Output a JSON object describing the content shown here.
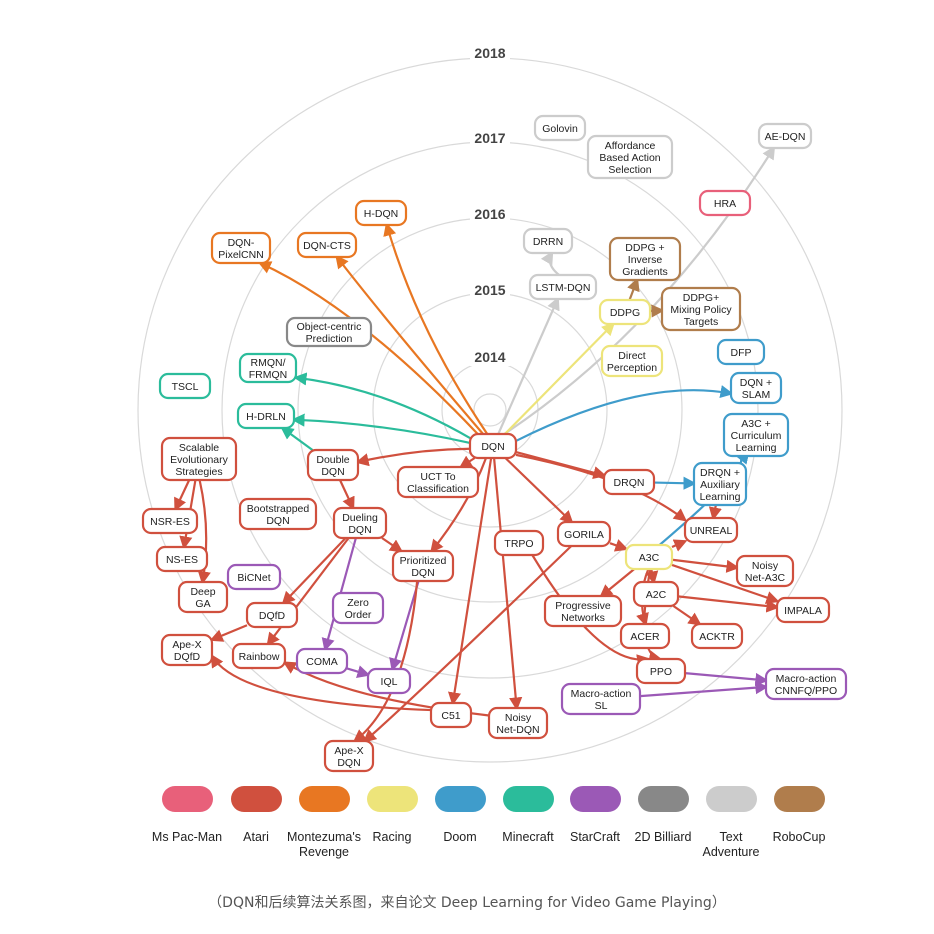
{
  "years": [
    "2014",
    "2015",
    "2016",
    "2017",
    "2018"
  ],
  "colors": {
    "mspacman": "#e8607a",
    "atari": "#d0503e",
    "montezuma": "#e87722",
    "racing": "#ede47a",
    "doom": "#3f9ccb",
    "minecraft": "#2bbc9b",
    "starcraft": "#9b59b6",
    "billiard": "#888888",
    "text": "#cccccc",
    "robocup": "#b07d4c"
  },
  "nodes": {
    "dqn": "DQN",
    "h_dqn": "H-DQN",
    "dqn_cts": "DQN-CTS",
    "dqn_pixelcnn": "DQN-\nPixelCNN",
    "object_centric": "Object-centric\nPrediction",
    "rmqn": "RMQN/\nFRMQN",
    "h_drln": "H-DRLN",
    "tscl": "TSCL",
    "scalable_es": "Scalable\nEvolutionary\nStrategies",
    "nsr_es": "NSR-ES",
    "ns_es": "NS-ES",
    "deep_ga": "Deep\nGA",
    "bicnet": "BiCNet",
    "double_dqn": "Double\nDQN",
    "bootstrapped_dqn": "Bootstrapped\nDQN",
    "dueling_dqn": "Dueling\nDQN",
    "dqfd": "DQfD",
    "zero_order": "Zero\nOrder",
    "ape_x_dqfd": "Ape-X\nDQfD",
    "rainbow": "Rainbow",
    "coma": "COMA",
    "iql": "IQL",
    "prioritized_dqn": "Prioritized\nDQN",
    "uct": "UCT To\nClassification",
    "c51": "C51",
    "noisy_net_dqn": "Noisy\nNet-DQN",
    "ape_x_dqn": "Ape-X\nDQN",
    "trpo": "TRPO",
    "gorila": "GORILA",
    "drqn": "DRQN",
    "drqn_aux": "DRQN +\nAuxiliary\nLearning",
    "unreal": "UNREAL",
    "a3c": "A3C",
    "noisy_net_a3c": "Noisy\nNet-A3C",
    "a2c": "A2C",
    "impala": "IMPALA",
    "progressive_networks": "Progressive\nNetworks",
    "acer": "ACER",
    "acktr": "ACKTR",
    "ppo": "PPO",
    "macro_action_sl": "Macro-action\nSL",
    "macro_action_cnnfq": "Macro-action\nCNNFQ/PPO",
    "golovin": "Golovin",
    "affordance": "Affordance\nBased Action\nSelection",
    "ae_dqn": "AE-DQN",
    "hra": "HRA",
    "drrn": "DRRN",
    "lstm_dqn": "LSTM-DQN",
    "ddpg_inverse": "DDPG +\nInverse\nGradients",
    "ddpg": "DDPG",
    "ddpg_mixing": "DDPG+\nMixing Policy\nTargets",
    "direct_perception": "Direct\nPerception",
    "dfp": "DFP",
    "dqn_slam": "DQN +\nSLAM",
    "a3c_curriculum": "A3C +\nCurriculum\nLearning"
  },
  "legend": [
    {
      "label": "Ms Pac-Man",
      "color": "#e8607a"
    },
    {
      "label": "Atari",
      "color": "#d0503e"
    },
    {
      "label": "Montezuma's\nRevenge",
      "color": "#e87722"
    },
    {
      "label": "Racing",
      "color": "#ede47a"
    },
    {
      "label": "Doom",
      "color": "#3f9ccb"
    },
    {
      "label": "Minecraft",
      "color": "#2bbc9b"
    },
    {
      "label": "StarCraft",
      "color": "#9b59b6"
    },
    {
      "label": "2D Billiard",
      "color": "#888888"
    },
    {
      "label": "Text\nAdventure",
      "color": "#cccccc"
    },
    {
      "label": "RoboCup",
      "color": "#b07d4c"
    }
  ],
  "caption": "（DQN和后续算法关系图，来自论文 Deep Learning for Video Game Playing）"
}
